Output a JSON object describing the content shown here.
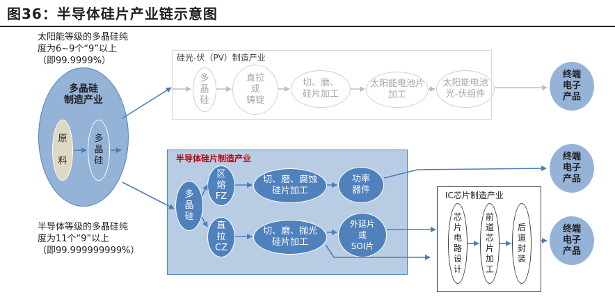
{
  "title": "图36：半导体硅片产业链示意图",
  "notes": {
    "solar_grade": [
      "太阳能等级的多晶硅纯",
      "度为6~9个“9”以上",
      "（即99.9999%）"
    ],
    "semi_grade": [
      "半导体等级的多晶硅纯",
      "度为11个“9”以上",
      "（即99.999999999%）"
    ]
  },
  "polysilicon": {
    "label": "多晶硅\n制造产业",
    "raw": "原\n\n料",
    "poly": "多\n晶\n硅"
  },
  "pv": {
    "title": "硅光-伏（PV）制造产业",
    "steps": [
      "多\n晶\n硅",
      "直拉\n或\n铸锭",
      "切、磨、\n硅片加工",
      "太阳能电池片\n加工",
      "太阳能电池\n光-伏组件"
    ]
  },
  "semi": {
    "title": "半导体硅片制造产业",
    "poly": "多\n晶\n硅",
    "fz": "区\n熔\nFZ",
    "cz": "直\n拉\nCZ",
    "cut_fz": "切、磨、腐蚀\n硅片加工",
    "cut_cz": "切、磨、抛光\n硅片加工",
    "power": "功率\n器件",
    "epi": "外延片\n或\nSOI片"
  },
  "ic": {
    "title": "IC芯片制造产业",
    "steps": [
      "芯\n片\n电\n路\n设\n计",
      "前\n道\n芯\n片\n加\n工",
      "后\n道\n封\n装"
    ]
  },
  "terminal": "终端\n电子\n产品",
  "colors": {
    "fill_dark": "#4f81bd",
    "fill_mid": "#95b3d7",
    "fill_panel": "#b8cce4",
    "raw_fill": "#ddd9c3",
    "pv_gray": "#bfbfbf",
    "arrow": "#4a7ebb",
    "title_red": "#c00000"
  }
}
